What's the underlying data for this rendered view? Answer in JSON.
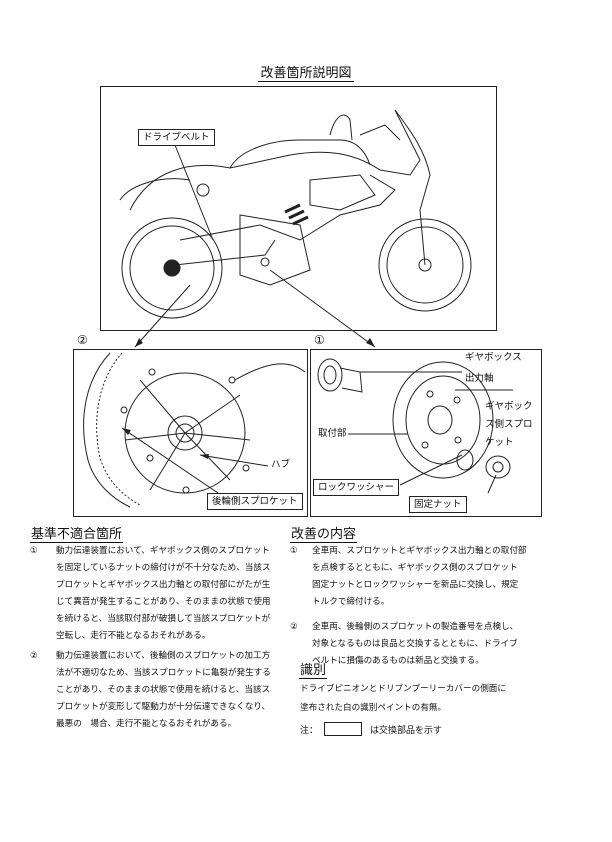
{
  "title": "改善箇所説明図",
  "figure": {
    "callouts": {
      "drive_belt": "ドライブベルト",
      "marker_2": "②",
      "marker_1": "①",
      "hub": "ハブ",
      "rear_sprocket": "後輪側スプロケット",
      "gearbox_shaft_1": "ギヤボックス",
      "gearbox_shaft_2": "出力軸",
      "gearbox_sprocket_1": "ギヤボック",
      "gearbox_sprocket_2": "ス側スプロ",
      "gearbox_sprocket_3": "ケット",
      "mount": "取付部",
      "lock_washer": "ロックワッシャー",
      "fixed_nut": "固定ナット"
    }
  },
  "nonconformity": {
    "heading": "基準不適合箇所",
    "items": [
      {
        "num": "①",
        "lines": [
          "動力伝達装置において、ギヤボックス側のスプロケット",
          "を固定しているナットの締付けが不十分なため、当該ス",
          "プロケットとギヤボックス出力軸との取付部にがたが生",
          "じて異音が発生することがあり、そのままの状態で使用",
          "を続けると、当該取付部が破損して当該スプロケットが",
          "空転し、走行不能となるおそれがある。"
        ]
      },
      {
        "num": "②",
        "lines": [
          "動力伝達装置において、後輪側のスプロケットの加工方",
          "法が不適切なため、当該スプロケットに亀裂が発生する",
          "ことがあり、そのままの状態で使用を続けると、当該ス",
          "プロケットが変形して駆動力が十分伝達できなくなり、",
          "最悪の　場合、走行不能となるおそれがある。"
        ]
      }
    ]
  },
  "improvement": {
    "heading": "改善の内容",
    "items": [
      {
        "num": "①",
        "lines": [
          "全車両、スプロケットとギヤボックス出力軸との取付部",
          "を点検するとともに、ギヤボックス側のスプロケット",
          "固定ナットとロックワッシャーを新品に交換し、規定",
          "トルクで締付ける。"
        ]
      },
      {
        "num": "②",
        "lines": [
          "全車両、後輪側のスプロケットの製造番号を点検し、",
          "対象となるものは良品と交換するとともに、ドライブ",
          "ベルトに損傷のあるものは新品と交換する。"
        ]
      }
    ]
  },
  "identification": {
    "heading": "識別",
    "lines": [
      "ドライブピニオンとドリブンプーリーカバーの側面に",
      "塗布された白の識別ペイントの有無。"
    ],
    "note_label": "注：",
    "note_text": "は交換部品を示す"
  }
}
